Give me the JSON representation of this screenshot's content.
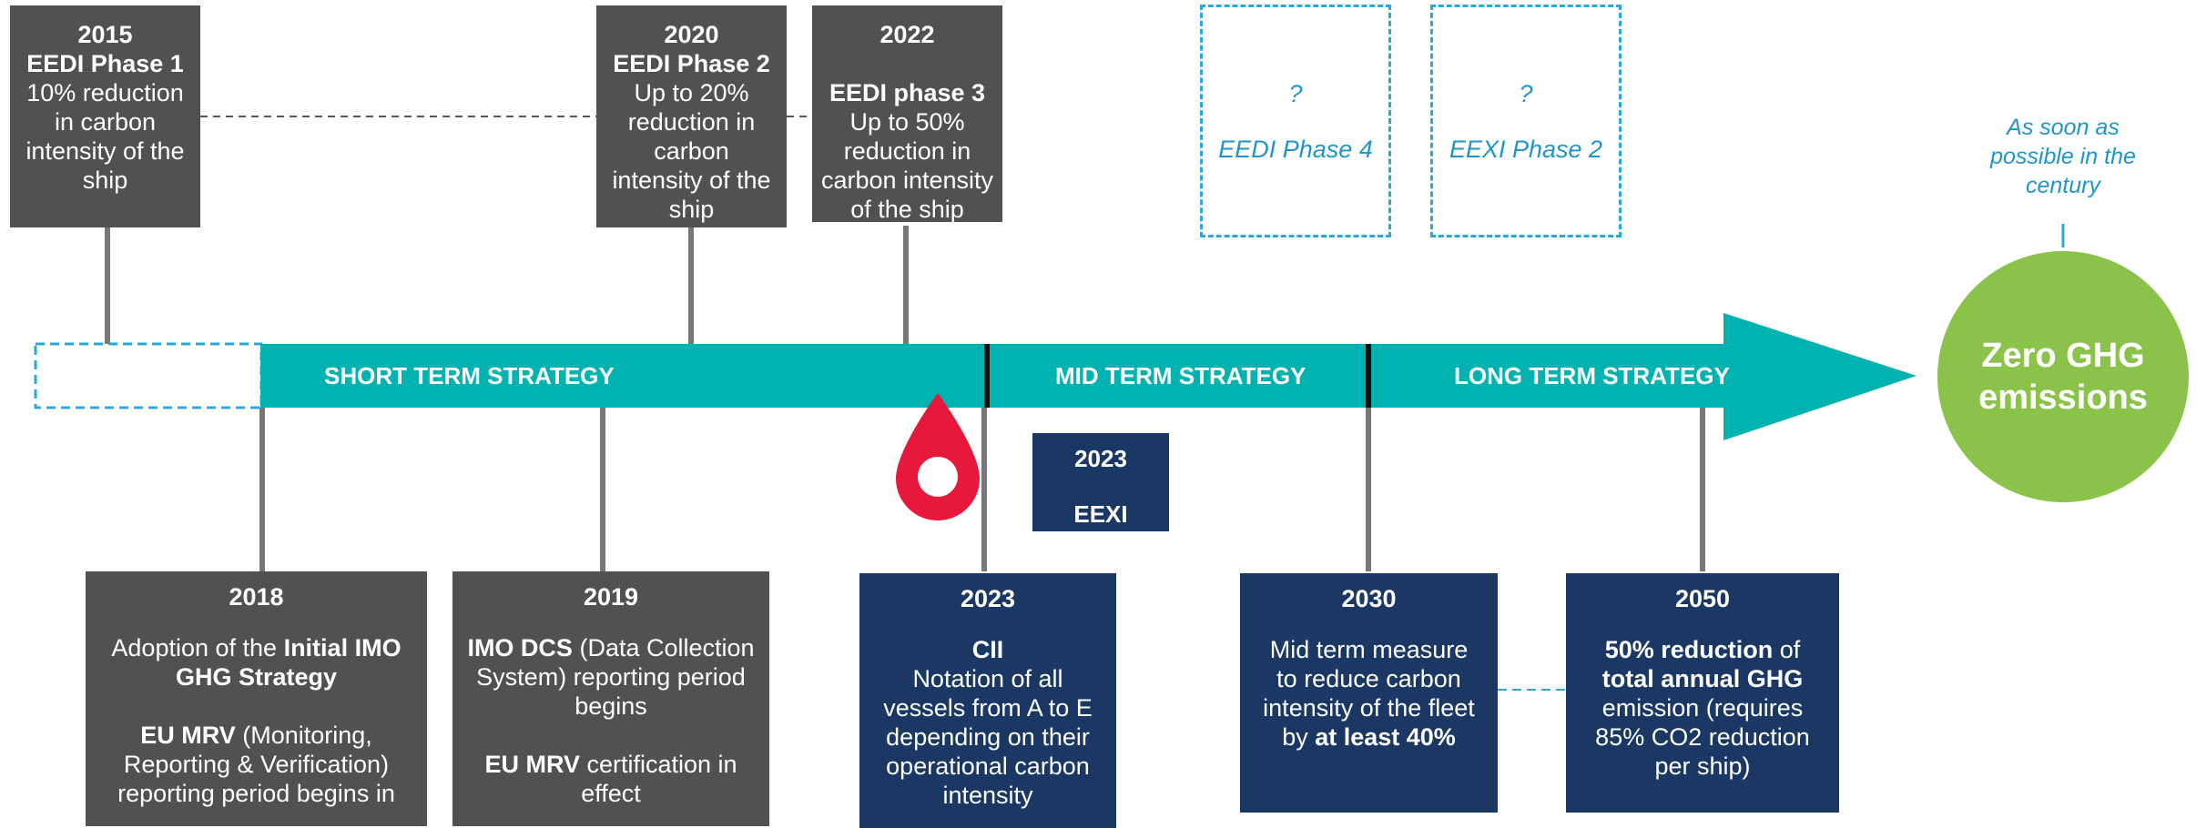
{
  "top_events": [
    {
      "year": "2015",
      "phase": "EEDI Phase 1",
      "desc": "10% reduction in carbon intensity of the ship"
    },
    {
      "year": "2020",
      "phase": "EEDI Phase 2",
      "desc": "Up to 20% reduction in carbon intensity of the ship"
    },
    {
      "year": "2022",
      "phase": "EEDI phase 3",
      "desc": "Up to 50% reduction in carbon intensity of the ship"
    }
  ],
  "future_events": [
    {
      "mark": "?",
      "label": "EEDI Phase 4"
    },
    {
      "mark": "?",
      "label": "EEXI Phase 2"
    }
  ],
  "timeline": {
    "short_label": "SHORT TERM STRATEGY",
    "mid_label": "MID TERM STRATEGY",
    "long_label": "LONG TERM STRATEGY",
    "color": "#00b3b0"
  },
  "goal": {
    "note": "As soon as possible in the century",
    "label": "Zero GHG emissions",
    "color": "#8bc34a"
  },
  "eexi": {
    "year": "2023",
    "label": "EEXI"
  },
  "bottom_events": [
    {
      "year": "2018",
      "p1": {
        "pre": "Adoption of the ",
        "bold": "Initial IMO GHG Strategy",
        "post": ""
      },
      "p2": {
        "pre": "",
        "bold": "EU MRV",
        "post": " (Monitoring, Reporting & Verification) reporting period begins in"
      }
    },
    {
      "year": "2019",
      "p1": {
        "pre": "",
        "bold": "IMO DCS",
        "post": " (Data Collection System) reporting period begins"
      },
      "p2": {
        "pre": "",
        "bold": "EU MRV",
        "post": " certification in effect"
      }
    },
    {
      "year": "2023",
      "title": "CII",
      "desc": "Notation of all vessels from A to E depending on their operational carbon intensity"
    },
    {
      "year": "2030",
      "pre": "Mid term measure to reduce carbon intensity of the fleet by ",
      "bold": "at least 40%"
    },
    {
      "year": "2050",
      "bold1": "50% reduction",
      "mid": " of ",
      "bold2": "total annual GHG",
      "post": " emission (requires 85% CO2 reduction per ship)"
    }
  ],
  "colors": {
    "gray_box": "#515151",
    "navy_box": "#1b3764",
    "dashed": "#29a9d8",
    "drop": "#e8173c"
  }
}
